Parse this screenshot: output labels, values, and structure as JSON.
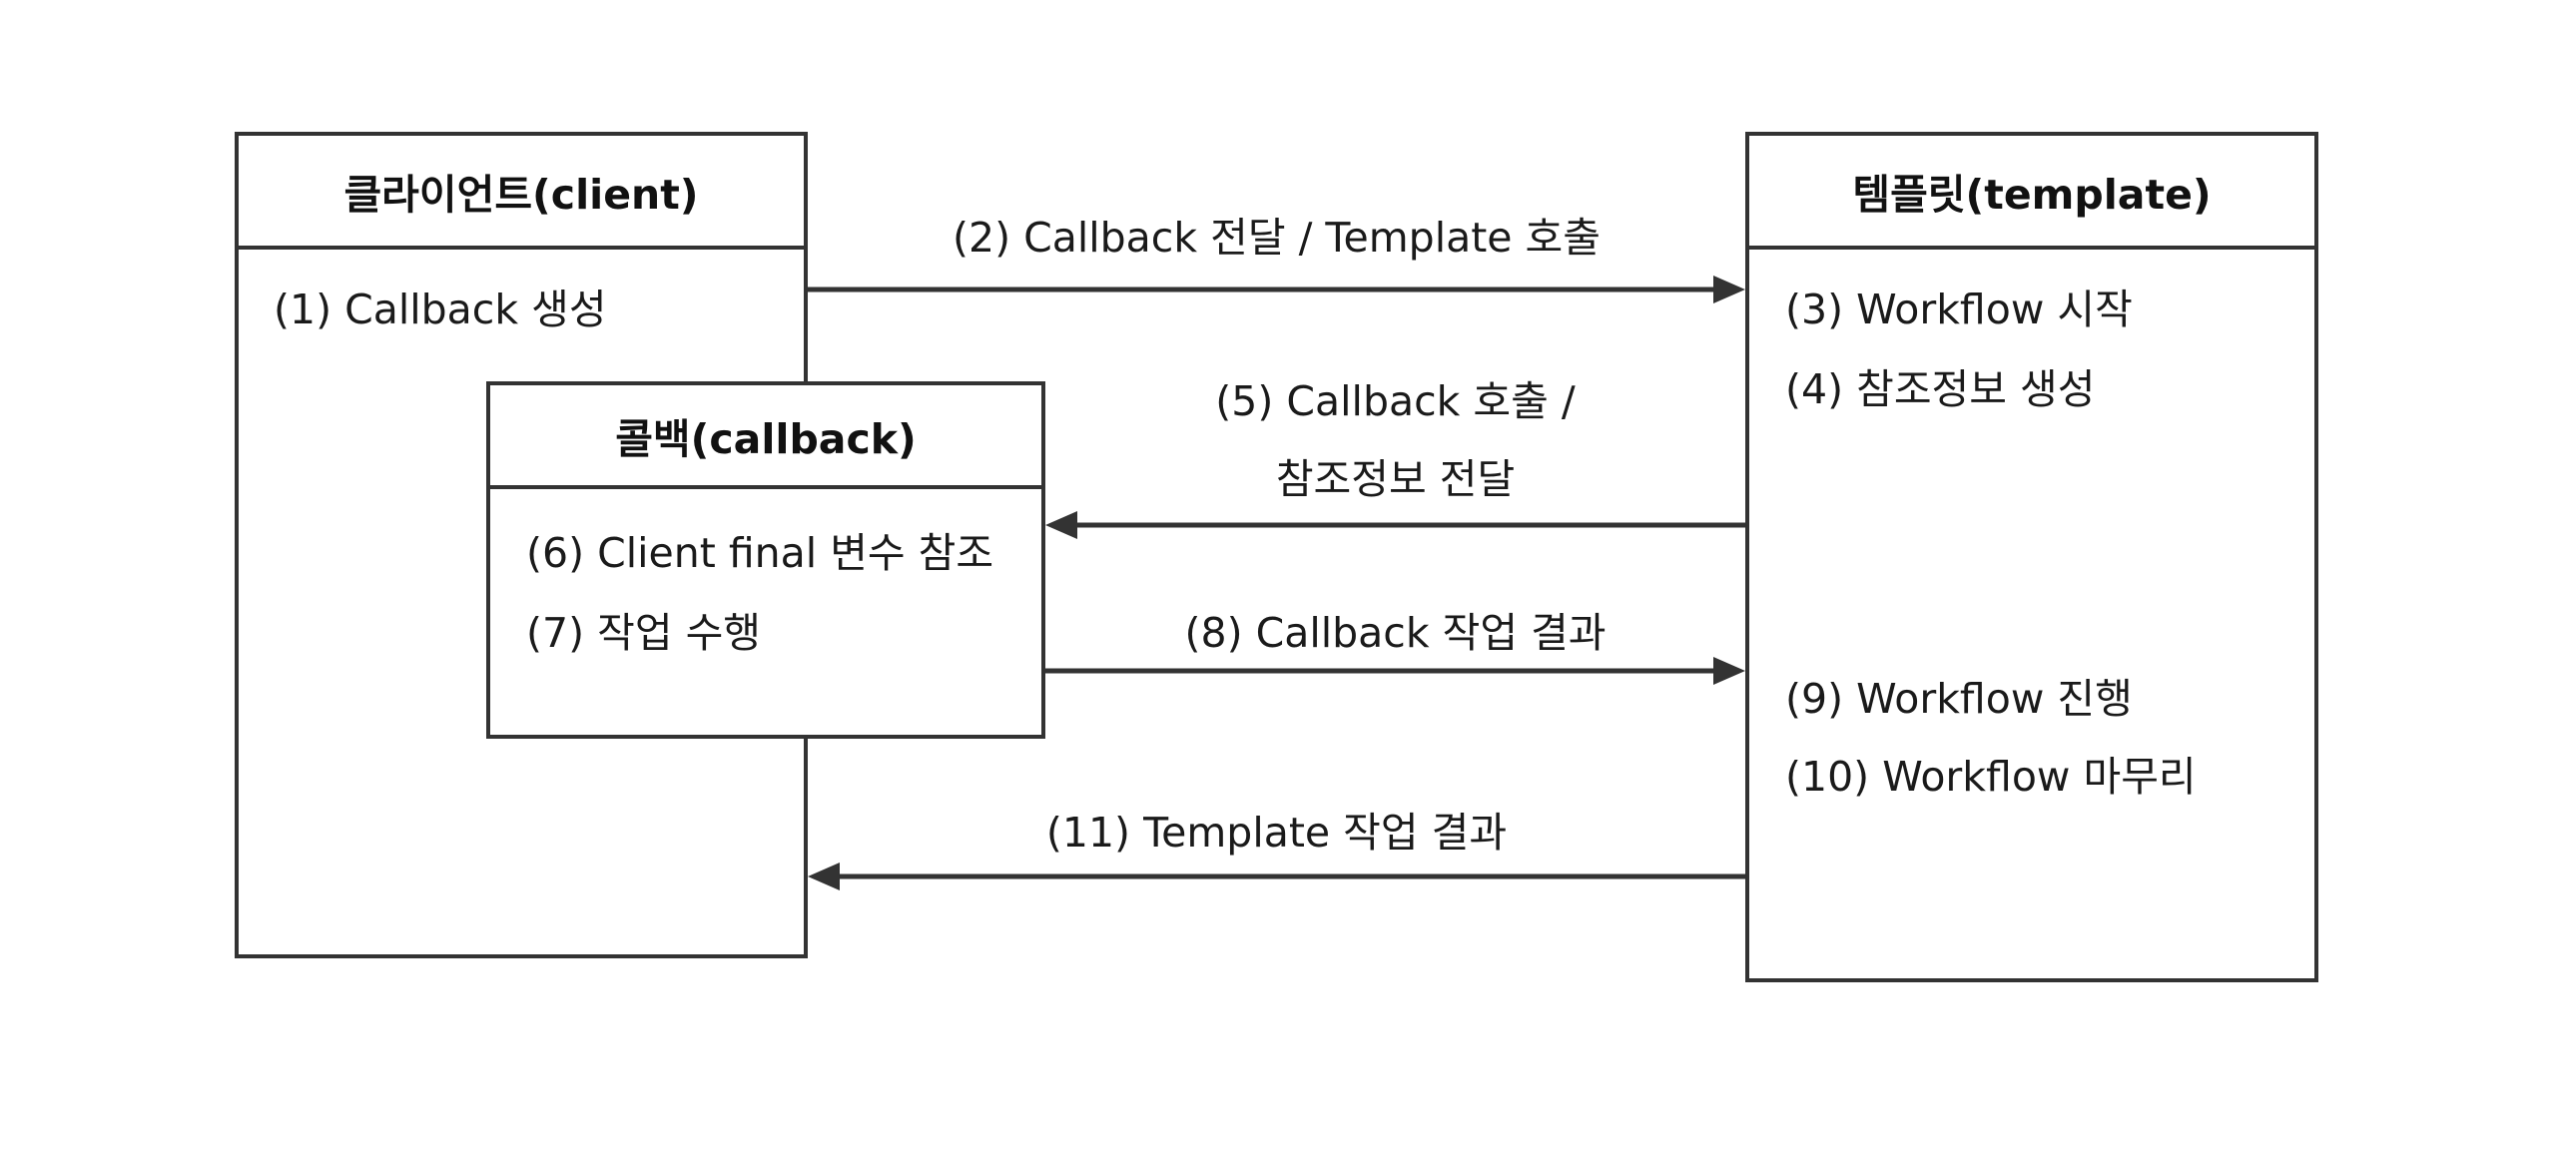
{
  "client": {
    "title": "클라이언트(client)",
    "steps": [
      "(1) Callback 생성"
    ]
  },
  "callback": {
    "title": "콜백(callback)",
    "steps": [
      "(6) Client final 변수 참조",
      "(7)  작업 수행"
    ]
  },
  "template": {
    "title": "템플릿(template)",
    "steps": [
      "(3) Workflow 시작",
      "(4)  참조정보 생성",
      "(9) Workflow 진행",
      "(10) Workflow 마무리"
    ]
  },
  "arrows": [
    {
      "label_lines": [
        "(2) Callback 전달 / Template 호출"
      ],
      "direction": "right"
    },
    {
      "label_lines": [
        "(5) Callback 호출 /",
        "참조정보 전달"
      ],
      "direction": "left"
    },
    {
      "label_lines": [
        "(8) Callback 작업 결과"
      ],
      "direction": "right"
    },
    {
      "label_lines": [
        "(11) Template 작업 결과"
      ],
      "direction": "left"
    }
  ],
  "colors": {
    "line": "#333333",
    "text": "#1a1a1a"
  }
}
